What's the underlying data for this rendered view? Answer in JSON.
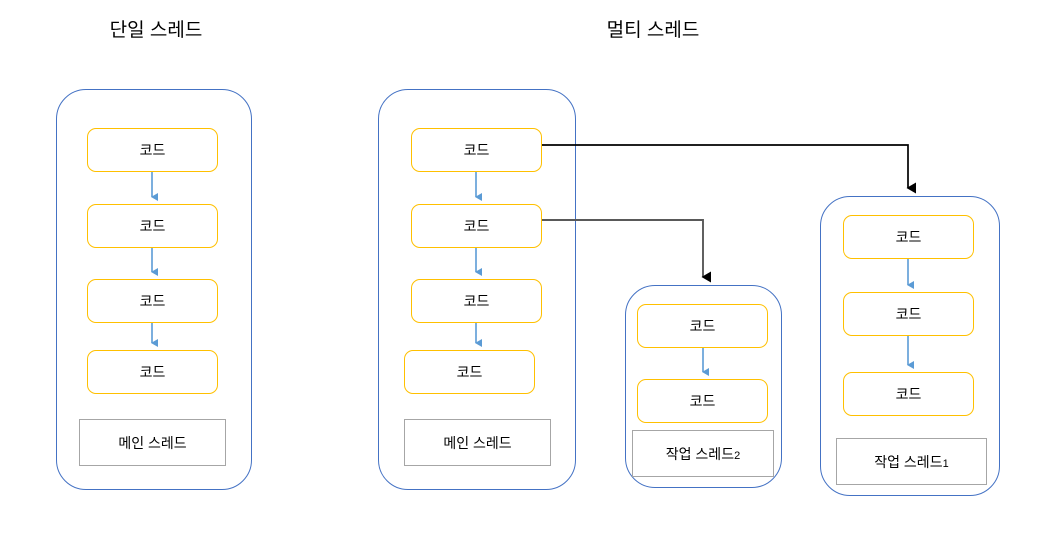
{
  "titles": {
    "single": "단일 스레드",
    "multi": "멀티 스레드"
  },
  "labels": {
    "code": "코드",
    "main_thread": "메인 스레드",
    "worker_thread_2_base": "작업 스레드",
    "worker_thread_2_num": "2",
    "worker_thread_1_base": "작업 스레드 ",
    "worker_thread_1_num": "1"
  },
  "colors": {
    "container_border": "#4472C4",
    "code_border": "#FFC000",
    "label_border": "#A6A6A6",
    "inner_arrow": "#5B9BD5",
    "cross_arrow_black": "#000000",
    "cross_arrow_gray": "#595959",
    "background": "#FFFFFF",
    "text": "#000000"
  },
  "containers": [
    {
      "name": "single-thread-container",
      "label": "메인 스레드",
      "code_count": 4
    },
    {
      "name": "multi-main-thread-container",
      "label": "메인 스레드",
      "code_count": 4
    },
    {
      "name": "worker-thread-2-container",
      "label": "작업 스레드2",
      "code_count": 2
    },
    {
      "name": "worker-thread-1-container",
      "label": "작업 스레드 1",
      "code_count": 3
    }
  ],
  "connectors": [
    {
      "name": "spawn-worker-thread-1",
      "from": "multi-main-code-1",
      "to": "worker-thread-1-container",
      "color": "#000000"
    },
    {
      "name": "spawn-worker-thread-2",
      "from": "multi-main-code-2",
      "to": "worker-thread-2-container",
      "color": "#595959"
    }
  ]
}
